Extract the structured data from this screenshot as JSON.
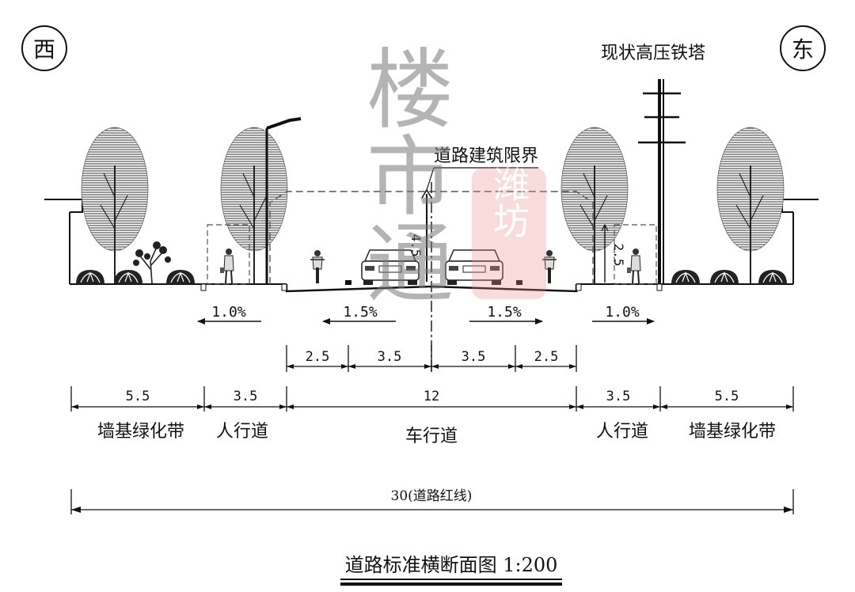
{
  "directions": {
    "west": "西",
    "east": "东"
  },
  "labels": {
    "tower": "现状高压铁塔",
    "clearance": "道路建筑限界",
    "clearance_height_left": "4.5",
    "clearance_height_right": "2.5"
  },
  "slopes": [
    {
      "name": "west-sidewalk",
      "value": "1.0%"
    },
    {
      "name": "west-carriageway",
      "value": "1.5%"
    },
    {
      "name": "east-carriageway",
      "value": "1.5%"
    },
    {
      "name": "east-sidewalk",
      "value": "1.0%"
    }
  ],
  "sub_dimensions": [
    "2.5",
    "3.5",
    "3.5",
    "2.5"
  ],
  "main_dimensions": [
    {
      "value": "5.5",
      "label": "墙基绿化带"
    },
    {
      "value": "3.5",
      "label": "人行道"
    },
    {
      "value": "12",
      "label": "车行道"
    },
    {
      "value": "3.5",
      "label": "人行道"
    },
    {
      "value": "5.5",
      "label": "墙基绿化带"
    }
  ],
  "total_dimension": "30(道路红线)",
  "caption": "道路标准横断面图 1:200",
  "watermark": {
    "seal_text": "潍坊",
    "calligraphy": "楼市通"
  }
}
